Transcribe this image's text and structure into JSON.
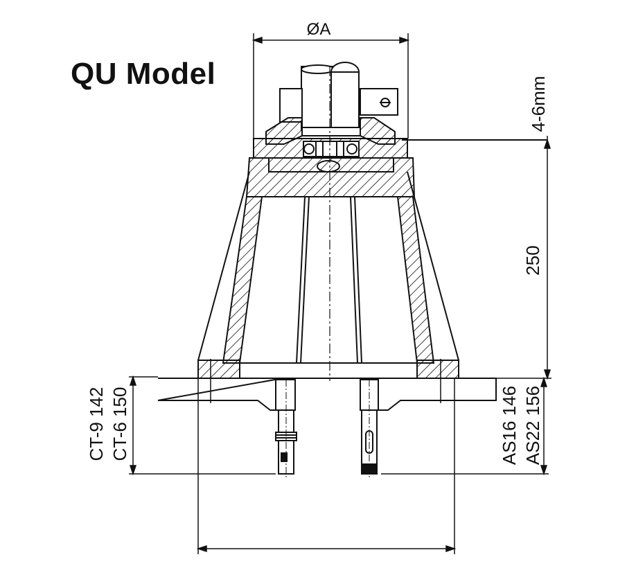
{
  "title": "QU Model",
  "labels": {
    "diameter": "ØA",
    "gap": "4-6mm",
    "height": "250",
    "left_line1": "CT-9 142",
    "left_line2": "CT-6 150",
    "right_line1": "AS16 146",
    "right_line2": "AS22 156"
  }
}
